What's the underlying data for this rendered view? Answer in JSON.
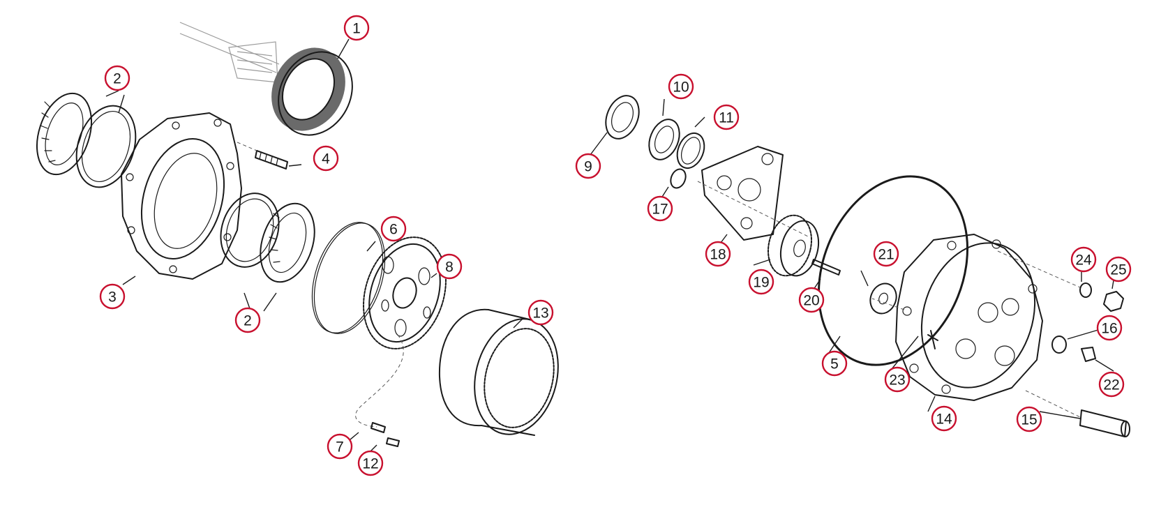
{
  "diagram": {
    "kind": "exploded-parts-view",
    "accent_color": "#c8102e",
    "callouts": [
      {
        "id": "c1",
        "label": "1"
      },
      {
        "id": "c2a",
        "label": "2"
      },
      {
        "id": "c3",
        "label": "3"
      },
      {
        "id": "c4",
        "label": "4"
      },
      {
        "id": "c2b",
        "label": "2"
      },
      {
        "id": "c6",
        "label": "6"
      },
      {
        "id": "c8",
        "label": "8"
      },
      {
        "id": "c13",
        "label": "13"
      },
      {
        "id": "c7",
        "label": "7"
      },
      {
        "id": "c12",
        "label": "12"
      },
      {
        "id": "c9",
        "label": "9"
      },
      {
        "id": "c10",
        "label": "10"
      },
      {
        "id": "c11",
        "label": "11"
      },
      {
        "id": "c17",
        "label": "17"
      },
      {
        "id": "c18",
        "label": "18"
      },
      {
        "id": "c19",
        "label": "19"
      },
      {
        "id": "c20",
        "label": "20"
      },
      {
        "id": "c21",
        "label": "21"
      },
      {
        "id": "c5",
        "label": "5"
      },
      {
        "id": "c23",
        "label": "23"
      },
      {
        "id": "c14",
        "label": "14"
      },
      {
        "id": "c15",
        "label": "15"
      },
      {
        "id": "c24",
        "label": "24"
      },
      {
        "id": "c25",
        "label": "25"
      },
      {
        "id": "c16",
        "label": "16"
      },
      {
        "id": "c22",
        "label": "22"
      }
    ]
  }
}
